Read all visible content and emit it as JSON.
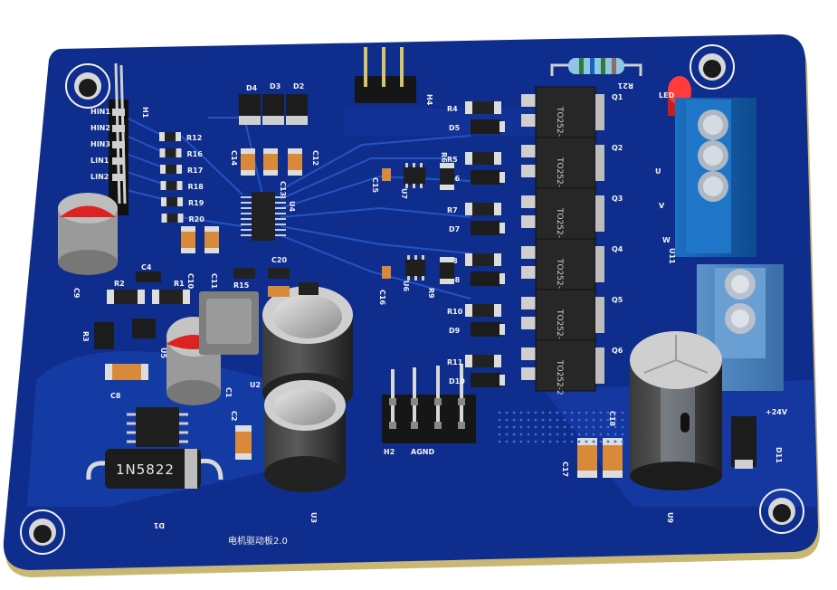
{
  "board": {
    "title": "电机驱动板2.0",
    "colors": {
      "pcb": "#0f2d8c",
      "trace": "#1a45b8",
      "silk": "#f2f2f2",
      "edge": "#c9b774",
      "copper": "#d9d9d9"
    }
  },
  "headers": {
    "h1_pins": [
      "HIN1",
      "HIN2",
      "HIN3",
      "LIN1",
      "LIN2"
    ],
    "h1": "H1",
    "h2": "H2",
    "h2_net": "AGND",
    "h4": "H4"
  },
  "resistors_left": [
    "R12",
    "R16",
    "R17",
    "R18",
    "R19",
    "R20"
  ],
  "diodes_top": [
    "D4",
    "D3",
    "D2"
  ],
  "caps_top": [
    "C14",
    "C13",
    "C12"
  ],
  "mosfets": [
    {
      "ref": "Q1",
      "pkg": "TO252-2"
    },
    {
      "ref": "Q2",
      "pkg": "TO252-2"
    },
    {
      "ref": "Q3",
      "pkg": "TO252-2"
    },
    {
      "ref": "Q4",
      "pkg": "TO252-2"
    },
    {
      "ref": "Q5",
      "pkg": "TO252-2"
    },
    {
      "ref": "Q6",
      "pkg": "TO252-2"
    }
  ],
  "gate_parts": [
    {
      "r": "R4",
      "d": "D5"
    },
    {
      "r": "R5",
      "d": "D6"
    },
    {
      "r": "R7",
      "d": "D7"
    },
    {
      "r": "R8",
      "d": "D8"
    },
    {
      "r": "R10",
      "d": "D9"
    },
    {
      "r": "R11",
      "d": "D10"
    }
  ],
  "misc_labels": {
    "r21": "R21",
    "led": "LED",
    "u4": "U4",
    "u7": "U7",
    "u6": "U6",
    "r6": "R6",
    "r9": "R9",
    "c15": "C15",
    "c16": "C16",
    "c9": "C9",
    "c10": "C10",
    "c11": "C11",
    "c4": "C4",
    "c20": "C20",
    "r15": "R15",
    "r2": "R2",
    "r1": "R1",
    "r3": "R3",
    "u5": "U5",
    "c8": "C8",
    "c1": "C1",
    "u2": "U2",
    "c2": "C2",
    "u3": "U3",
    "d1": "D1",
    "d1_part": "1N5822",
    "c17": "C17",
    "c18": "C18",
    "u9": "U9",
    "d11": "D11",
    "u11": "U11",
    "net_24v": "+24V",
    "net_u": "U",
    "net_v": "V",
    "net_w": "W"
  }
}
